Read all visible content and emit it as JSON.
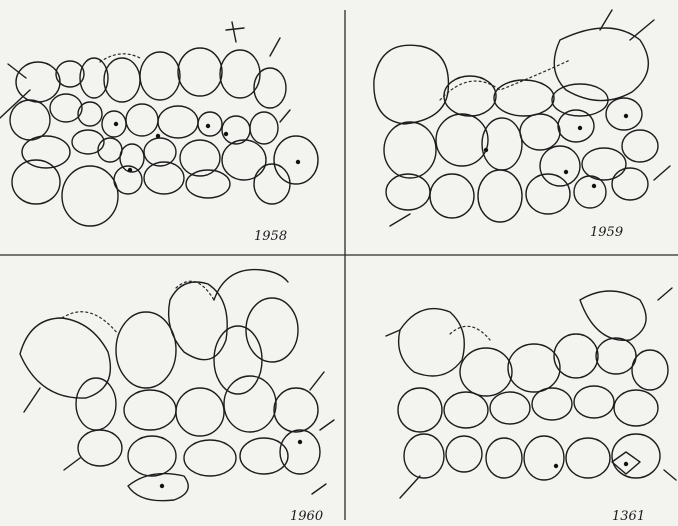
{
  "panels": [
    {
      "id": "1958",
      "year_label": "1958"
    },
    {
      "id": "1959",
      "year_label": "1959"
    },
    {
      "id": "1960",
      "year_label": "1960"
    },
    {
      "id": "1961",
      "year_label": "1361"
    }
  ],
  "colors": {
    "ink": "#1d1d1d",
    "paper": "#f3f3f0"
  }
}
